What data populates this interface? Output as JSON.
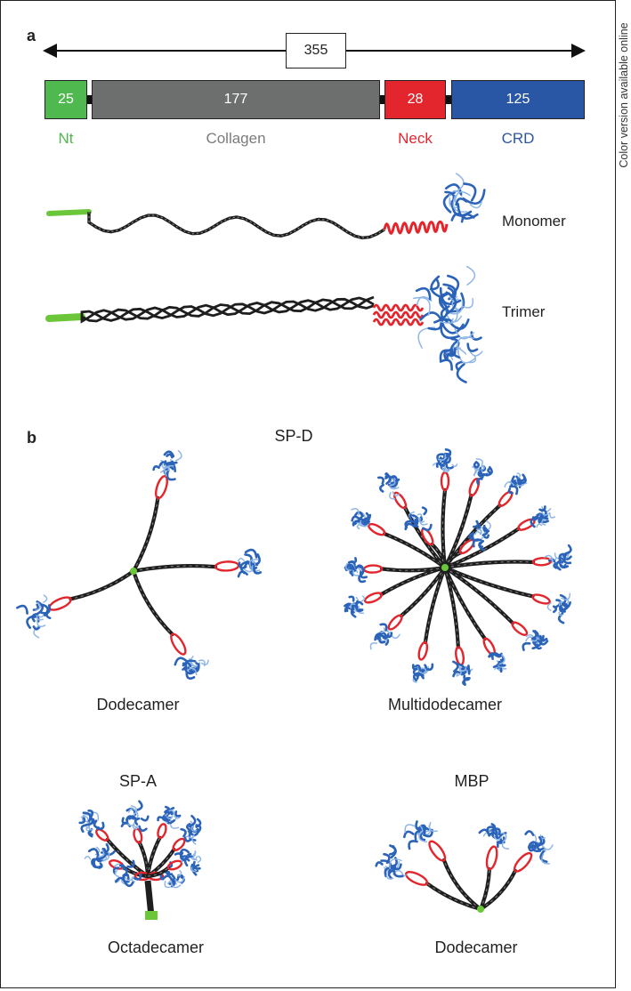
{
  "side_note": "Color version available online",
  "panel_a": {
    "letter": "a",
    "total_length": "355",
    "segments": [
      {
        "value": "25",
        "label": "Nt",
        "color": "#4fb84f"
      },
      {
        "value": "177",
        "label": "Collagen",
        "color": "#6d6e6e"
      },
      {
        "value": "28",
        "label": "Neck",
        "color": "#e3262d"
      },
      {
        "value": "125",
        "label": "CRD",
        "color": "#2a56a6"
      }
    ],
    "monomer_label": "Monomer",
    "trimer_label": "Trimer"
  },
  "panel_b": {
    "letter": "b",
    "spd_title": "SP-D",
    "spd_dodecamer_caption": "Dodecamer",
    "spd_multidodecamer_caption": "Multidodecamer",
    "spa_title": "SP-A",
    "spa_caption": "Octadecamer",
    "mbp_title": "MBP",
    "mbp_caption": "Dodecamer"
  },
  "colors": {
    "collagen": "#1e1e1e",
    "neck": "#e3262d",
    "crd": "#2a63b8",
    "crd_light": "#8fb6e6",
    "nt": "#6cc63a"
  }
}
